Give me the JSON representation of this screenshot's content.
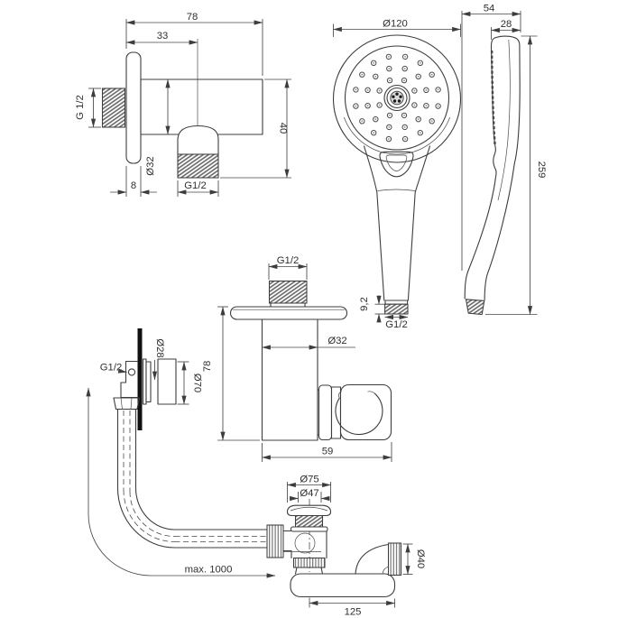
{
  "drawing": {
    "background": "#ffffff",
    "line_color": "#3d3d3d",
    "views": {
      "wall_elbow": {
        "dim_width": "78",
        "dim_offset": "33",
        "dim_wall_thread": "G 1/2",
        "dim_height": "40",
        "dim_body_dia": "Ø32",
        "dim_flange_depth": "8",
        "dim_outlet_thread": "G1/2"
      },
      "hand_shower_front": {
        "dim_head_dia": "Ø120",
        "dim_thread_len": "9,2",
        "dim_thread": "G1/2"
      },
      "hand_shower_side": {
        "dim_depth": "54",
        "dim_head_thickness": "28",
        "dim_length": "259"
      },
      "holder": {
        "dim_thread": "G1/2",
        "dim_body_dia": "Ø32",
        "dim_height": "78",
        "dim_width": "59"
      },
      "overflow": {
        "dim_thread": "G1/2",
        "dim_pipe_dia": "Ø28",
        "dim_rosette_dia": "Ø70"
      },
      "waste": {
        "dim_cap_dia": "Ø75",
        "dim_plug_dia": "Ø47",
        "dim_outlet_dia": "Ø40",
        "dim_base_length": "125",
        "dim_hose_length": "max. 1000"
      }
    }
  }
}
